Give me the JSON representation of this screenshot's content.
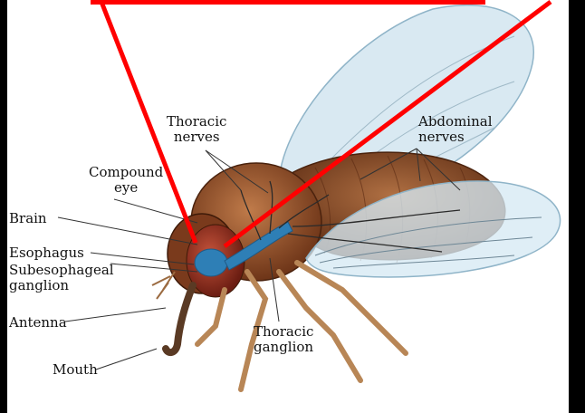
{
  "labels": {
    "thoracic_nerves": [
      "Thoracic",
      "nerves"
    ],
    "abdominal_nerves": [
      "Abdominal",
      "nerves"
    ],
    "compound_eye": [
      "Compound",
      "eye"
    ],
    "brain": "Brain",
    "esophagus": "Esophagus",
    "subesophageal_ganglion": [
      "Subesophageal",
      "ganglion"
    ],
    "antenna": "Antenna",
    "thoracic_ganglion": [
      "Thoracic",
      "ganglion"
    ],
    "mouth": "Mouth"
  },
  "colors": {
    "outer_frame": "#000000",
    "annotation_lines": "#ff0000",
    "nerve_system": "#2e7fb6",
    "body_brown": "#8a4a24",
    "wing": "#cfe3ef"
  }
}
